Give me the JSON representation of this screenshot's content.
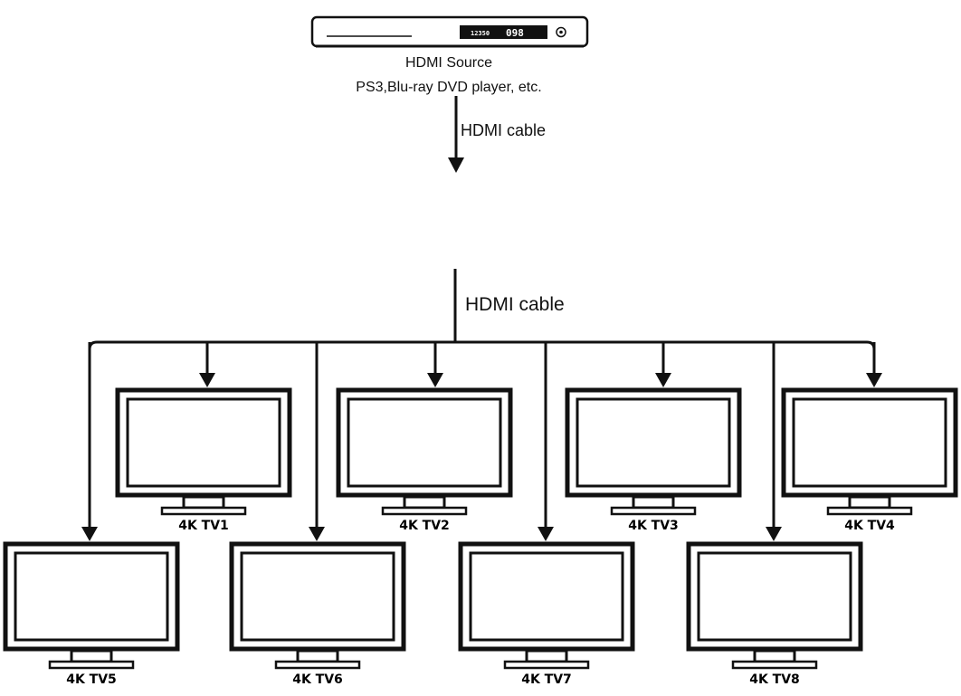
{
  "source": {
    "title": "HDMI Source",
    "subtitle": "PS3,Blu-ray DVD player, etc.",
    "display_small": "12350",
    "display_large": "098"
  },
  "cable_label_top": "HDMI cable",
  "cable_label_bottom": "HDMI cable",
  "tvs": [
    {
      "label": "4K TV1"
    },
    {
      "label": "4K TV2"
    },
    {
      "label": "4K TV3"
    },
    {
      "label": "4K TV4"
    },
    {
      "label": "4K TV5"
    },
    {
      "label": "4K TV6"
    },
    {
      "label": "4K TV7"
    },
    {
      "label": "4K TV8"
    }
  ]
}
